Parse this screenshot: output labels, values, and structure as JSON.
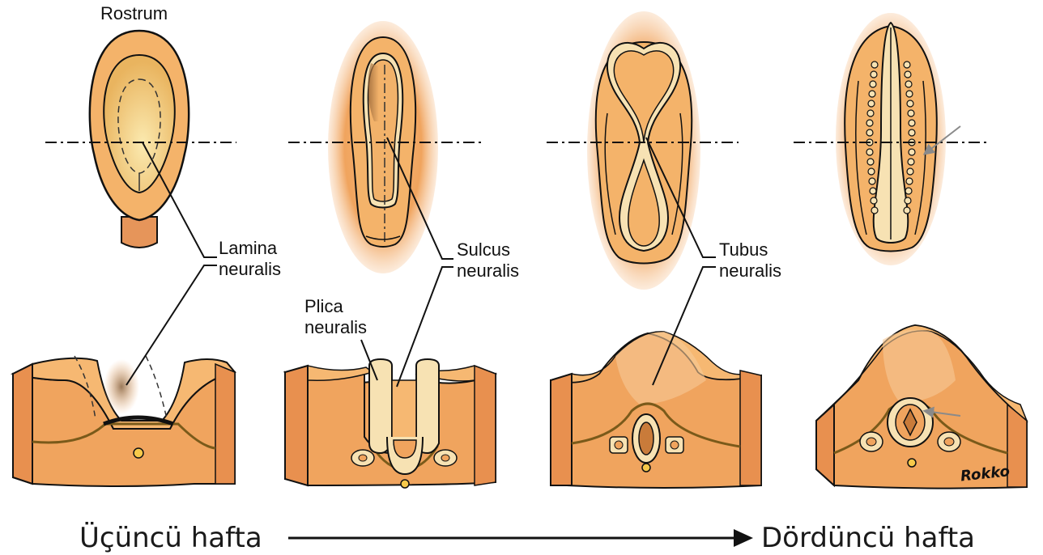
{
  "labels": {
    "rostrum": "Rostrum",
    "lamina_1": "Lamina",
    "lamina_2": "neuralis",
    "sulcus_1": "Sulcus",
    "sulcus_2": "neuralis",
    "plica_1": "Plica",
    "plica_2": "neuralis",
    "tubus_1": "Tubus",
    "tubus_2": "neuralis"
  },
  "timeline": {
    "start": "Üçüncü hafta",
    "end": "Dördüncü hafta"
  },
  "signature": "Rokko",
  "colors": {
    "halo": "#f2a65a",
    "embryo_fill": "#f4b36a",
    "plate_fill": "#eec56f",
    "block_top": "#f6b872",
    "block_front": "#f0a45e",
    "cream": "#f7e2b3",
    "outline": "#111111",
    "pointer": "#8a8a8a"
  }
}
